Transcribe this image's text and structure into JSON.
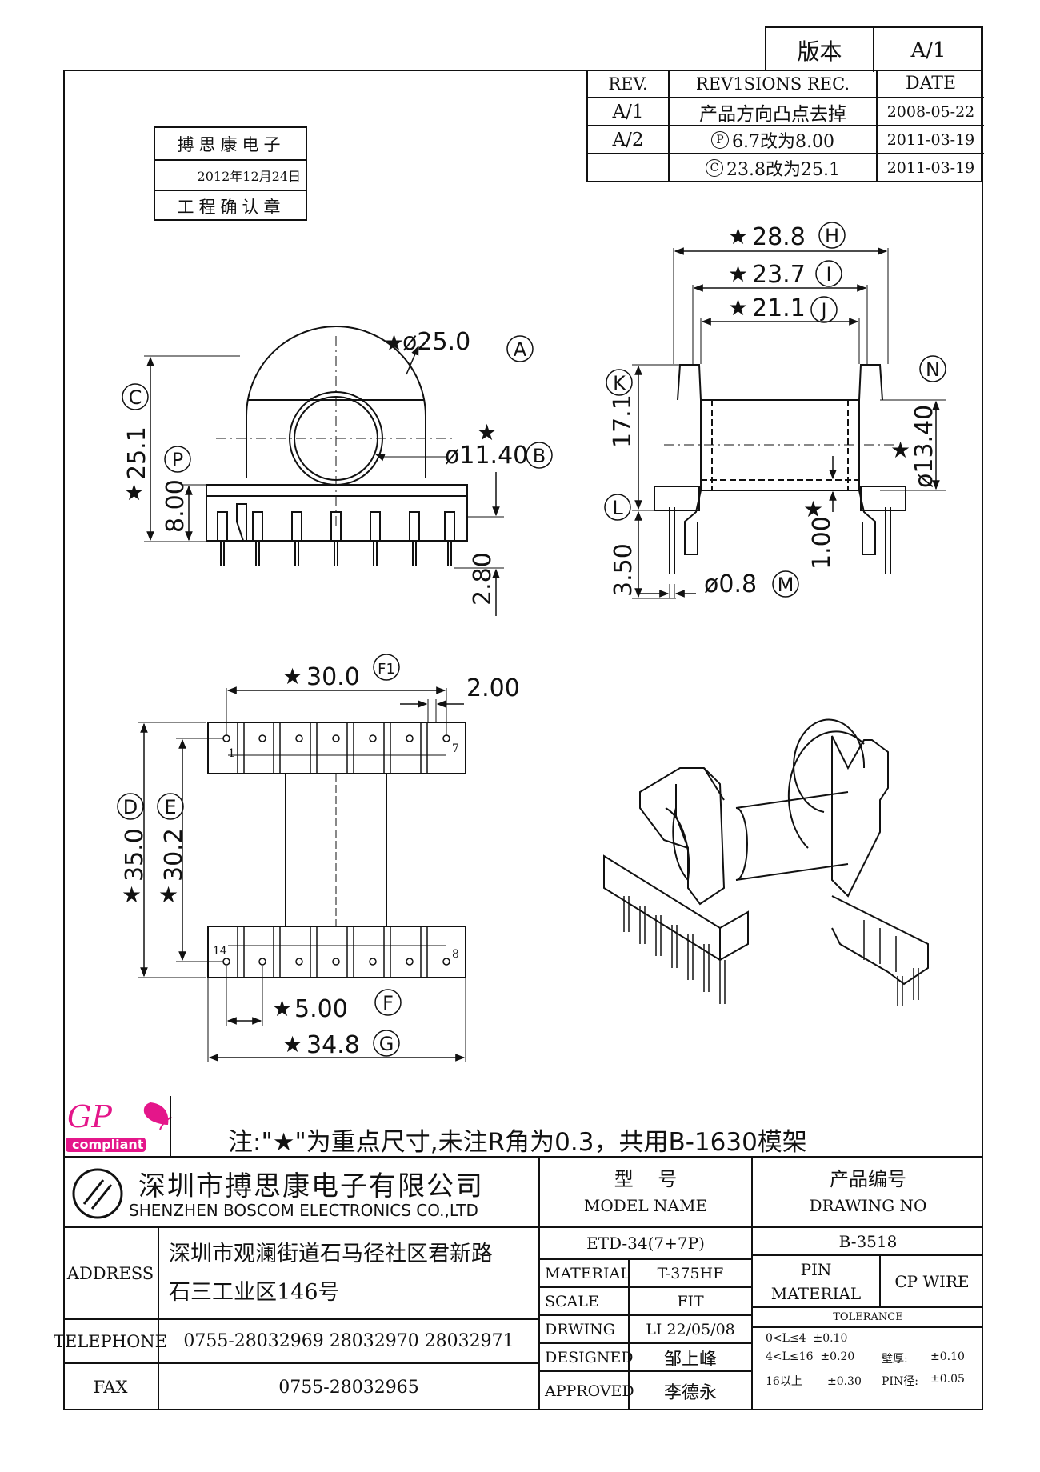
{
  "version_box": {
    "label": "版本",
    "value": "A/1"
  },
  "revisions": {
    "headers": {
      "rev": "REV.",
      "rec": "REV1SIONS REC.",
      "date": "DATE"
    },
    "rows": [
      {
        "rev": "A/1",
        "rec": "产品方向凸点去掉",
        "date": "2008-05-22"
      },
      {
        "rev": "A/2",
        "mark": "P",
        "rec": "6.7改为8.00",
        "date": "2011-03-19"
      },
      {
        "rev": "",
        "mark": "C",
        "rec": "23.8改为25.1",
        "date": "2011-03-19"
      }
    ]
  },
  "stamp": {
    "company": "搏思康电子",
    "date": "2012年12月24日",
    "label": "工程确认章"
  },
  "dims": {
    "A": "ø25.0",
    "A_letter": "A",
    "B": "ø11.40",
    "B_letter": "B",
    "C": "25.1",
    "C_letter": "C",
    "P": "8.00",
    "P_letter": "P",
    "pin_len": "2.80",
    "H": "28.8",
    "H_letter": "H",
    "I": "23.7",
    "I_letter": "I",
    "J": "21.1",
    "J_letter": "J",
    "K": "17.1",
    "K_letter": "K",
    "N": "ø13.40",
    "N_letter": "N",
    "L_letter": "L",
    "L": "3.50",
    "t": "1.00",
    "M": "ø0.8",
    "M_letter": "M",
    "F1": "30.0",
    "F1_letter": "F1",
    "pitch_small": "2.00",
    "D": "35.0",
    "D_letter": "D",
    "E": "30.2",
    "E_letter": "E",
    "F": "5.00",
    "F_letter": "F",
    "G": "34.8",
    "G_letter": "G",
    "star": "★",
    "pin1": "1",
    "pin7": "7",
    "pin14": "14",
    "pin8": "8"
  },
  "note": "注:\"★\"为重点尺寸,未注R角为0.3，共用B-1630模架",
  "gp_logo": {
    "gp": "GP",
    "text": "compliant"
  },
  "company": {
    "cn": "深圳市搏思康电子有限公司",
    "en": "SHENZHEN BOSCOM ELECTRONICS CO.,LTD"
  },
  "info": {
    "address_label": "ADDRESS",
    "address_1": "深圳市观澜街道石马径社区君新路",
    "address_2": "石三工业区146号",
    "telephone_label": "TELEPHONE",
    "telephone": "0755-28032969 28032970 28032971",
    "fax_label": "FAX",
    "fax": "0755-28032965"
  },
  "model": {
    "header_cn": "型    号",
    "header_en": "MODEL NAME",
    "value": "ETD-34(7+7P)",
    "drawing_cn": "产品编号",
    "drawing_en": "DRAWING NO",
    "drawing_value": "B-3518"
  },
  "spec": {
    "material_label": "MATERIAL",
    "material": "T-375HF",
    "scale_label": "SCALE",
    "scale": "FIT",
    "drwing_label": "DRWING",
    "drwing": "LI 22/05/08",
    "designed_label": "DESIGNED",
    "designed": "邹上峰",
    "approved_label": "APPROVED",
    "approved": "李德永",
    "pin_material_label_1": "PIN",
    "pin_material_label_2": "MATERIAL",
    "pin_material": "CP WIRE",
    "tolerance_label": "TOLERANCE",
    "tol_1": "0<L≤4  ±0.10",
    "tol_2": "4<L≤16  ±0.20",
    "tol_3": "16以上       ±0.30",
    "wall_label": "壁厚:",
    "wall_value": "±0.10",
    "pin_dia_label": "PIN径:",
    "pin_dia_value": "±0.05"
  }
}
